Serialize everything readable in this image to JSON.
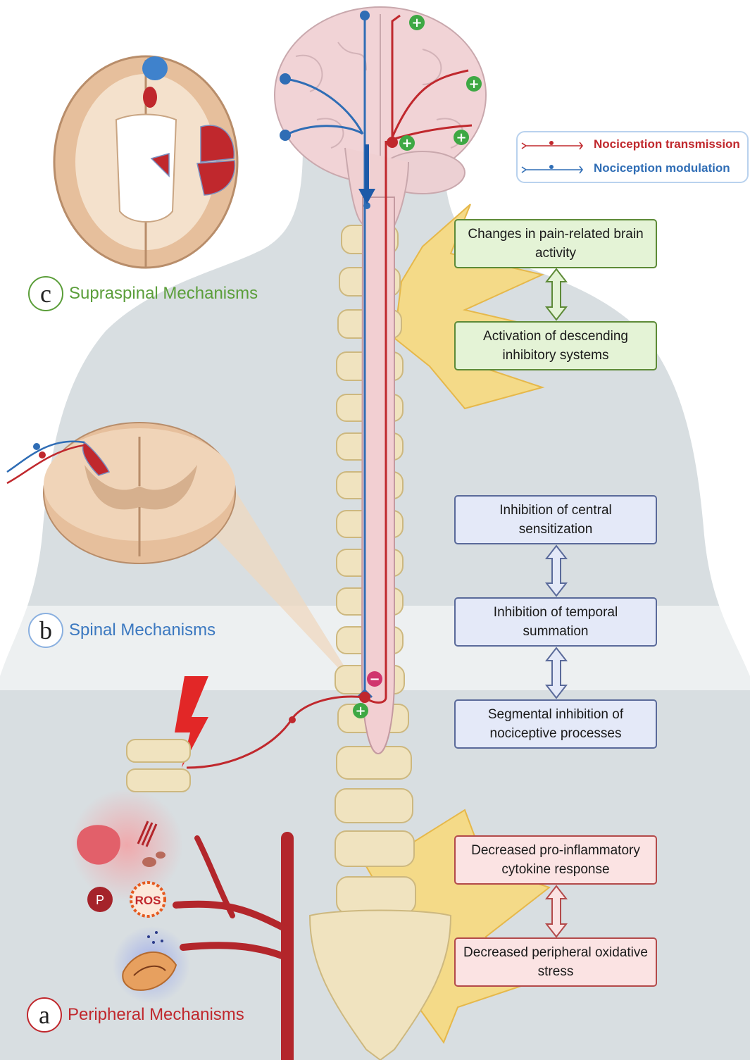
{
  "legend": {
    "transmission_label": "Nociception transmission",
    "modulation_label": "Nociception modulation"
  },
  "sections": {
    "c_letter": "c",
    "c_label": "Supraspinal Mechanisms",
    "b_letter": "b",
    "b_label": "Spinal Mechanisms",
    "a_letter": "a",
    "a_label": "Peripheral Mechanisms"
  },
  "boxes": {
    "supraspinal": [
      "Changes in pain-related brain activity",
      "Activation of descending inhibitory systems"
    ],
    "spinal": [
      "Inhibition of central sensitization",
      "Inhibition of temporal summation",
      "Segmental inhibition of nociceptive processes"
    ],
    "peripheral": [
      "Decreased pro-inflammatory cytokine response",
      "Decreased peripheral oxidative stress"
    ]
  },
  "icons": {
    "plus": "+",
    "minus": "−",
    "ros": "ROS",
    "p": "P"
  },
  "colors": {
    "transmission": "#c0282d",
    "modulation": "#2f6db5",
    "supraspinal_accent": "#5b9e3a",
    "spinal_accent": "#3b78c0",
    "peripheral_accent": "#c0282d",
    "star": "#f3d98a",
    "body": "#d9dfe3"
  }
}
